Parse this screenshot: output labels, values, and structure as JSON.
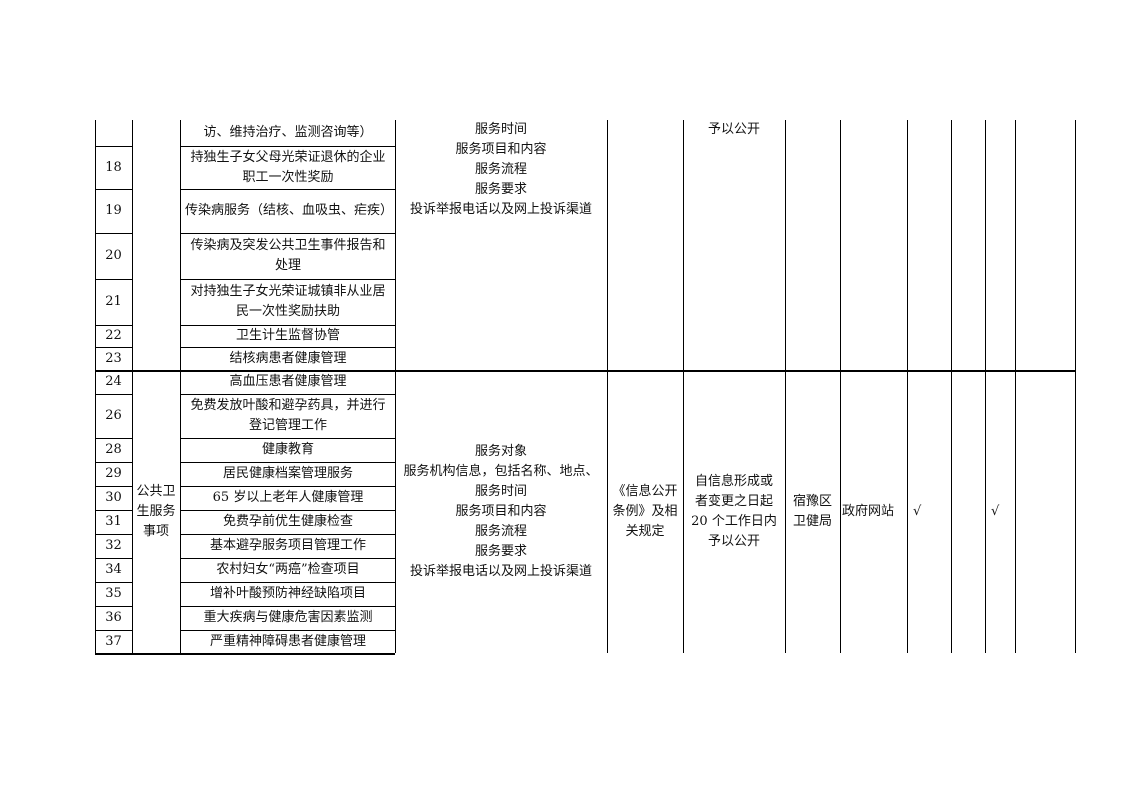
{
  "block1": {
    "rows": [
      {
        "no": "",
        "item": "访、维持治疗、监测咨询等）"
      },
      {
        "no": "18",
        "item": "持独生子女父母光荣证退休的企业职工一次性奖励"
      },
      {
        "no": "19",
        "item": "传染病服务（结核、血吸虫、疟疾）"
      },
      {
        "no": "20",
        "item": "传染病及突发公共卫生事件报告和处理"
      },
      {
        "no": "21",
        "item": "对持独生子女光荣证城镇非从业居民一次性奖励扶助"
      },
      {
        "no": "22",
        "item": "卫生计生监督协管"
      },
      {
        "no": "23",
        "item": "结核病患者健康管理"
      }
    ],
    "content": "服务时间\n服务项目和内容\n服务流程\n服务要求\n投诉举报电话以及网上投诉渠道",
    "deadline": "予以公开"
  },
  "block2": {
    "category": "公共卫生服务事项",
    "rows": [
      {
        "no": "24",
        "item": "高血压患者健康管理"
      },
      {
        "no": "26",
        "item": "免费发放叶酸和避孕药具，并进行登记管理工作"
      },
      {
        "no": "28",
        "item": "健康教育"
      },
      {
        "no": "29",
        "item": "居民健康档案管理服务"
      },
      {
        "no": "30",
        "item": "65 岁以上老年人健康管理"
      },
      {
        "no": "31",
        "item": "免费孕前优生健康检查"
      },
      {
        "no": "32",
        "item": "基本避孕服务项目管理工作"
      },
      {
        "no": "34",
        "item": "农村妇女“两癌”检查项目"
      },
      {
        "no": "35",
        "item": "增补叶酸预防神经缺陷项目"
      },
      {
        "no": "36",
        "item": "重大疾病与健康危害因素监测"
      },
      {
        "no": "37",
        "item": "严重精神障碍患者健康管理"
      }
    ],
    "content": "服务对象\n服务机构信息，包括名称、地点、\n服务时间\n服务项目和内容\n服务流程\n服务要求\n投诉举报电话以及网上投诉渠道",
    "basis": "《信息公开条例》及相关规定",
    "deadline": "自信息形成或者变更之日起20 个工作日内予以公开",
    "subject": "宿豫区卫健局",
    "channel": "政府网站",
    "check1": "√",
    "check2": "√"
  }
}
